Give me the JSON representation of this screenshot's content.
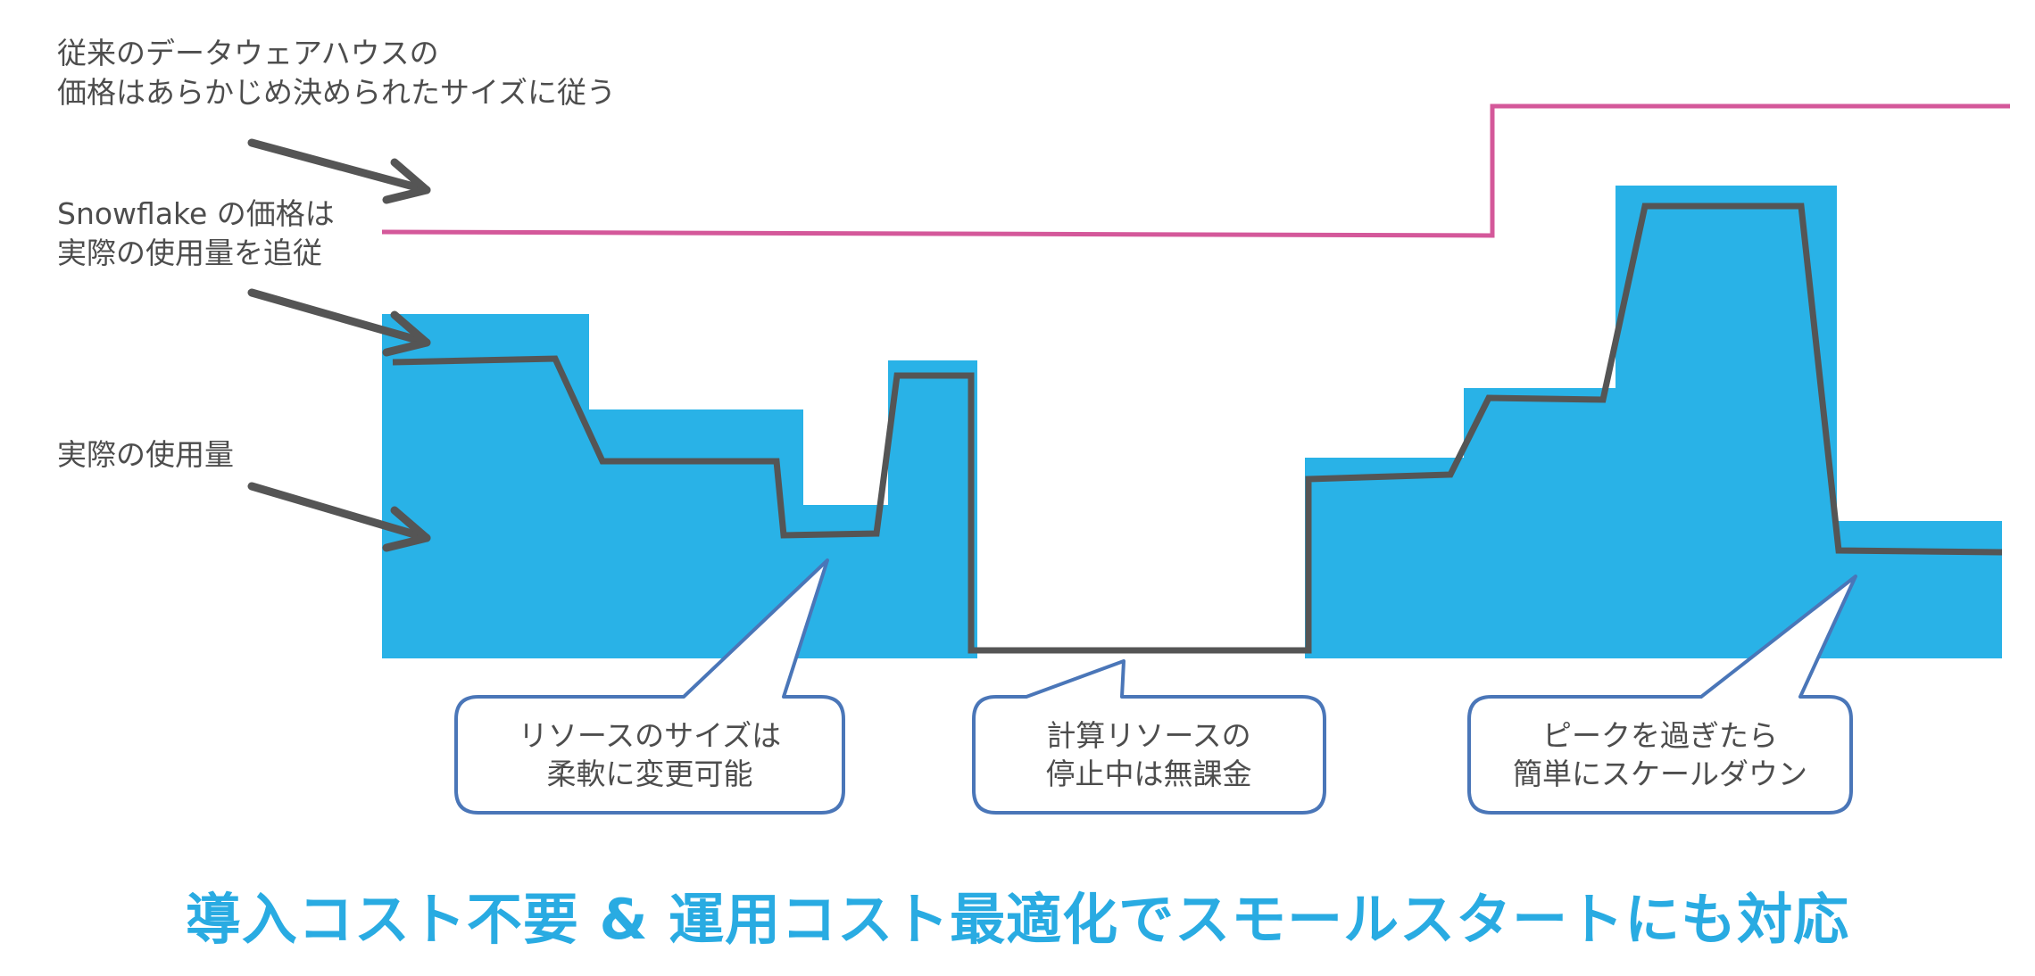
{
  "labels": {
    "traditional_line1": "従来のデータウェアハウスの",
    "traditional_line2": "価格はあらかじめ決められたサイズに従う",
    "snowflake_line1": "Snowflake の価格は",
    "snowflake_line2": "実際の使用量を追従",
    "actual_usage": "実際の使用量"
  },
  "callouts": [
    {
      "line1": "リソースのサイズは",
      "line2": "柔軟に変更可能"
    },
    {
      "line1": "計算リソースの",
      "line2": "停止中は無課金"
    },
    {
      "line1": "ピークを過ぎたら",
      "line2": "簡単にスケールダウン"
    }
  ],
  "title": "導入コスト不要 & 運用コスト最適化でスモールスタートにも対応",
  "colors": {
    "usage_fill": "#29b2e7",
    "traditional_line": "#d4589a",
    "snowflake_line": "#555555",
    "arrow": "#555555",
    "callout_border": "#4a76b8",
    "title": "#29abe2"
  }
}
